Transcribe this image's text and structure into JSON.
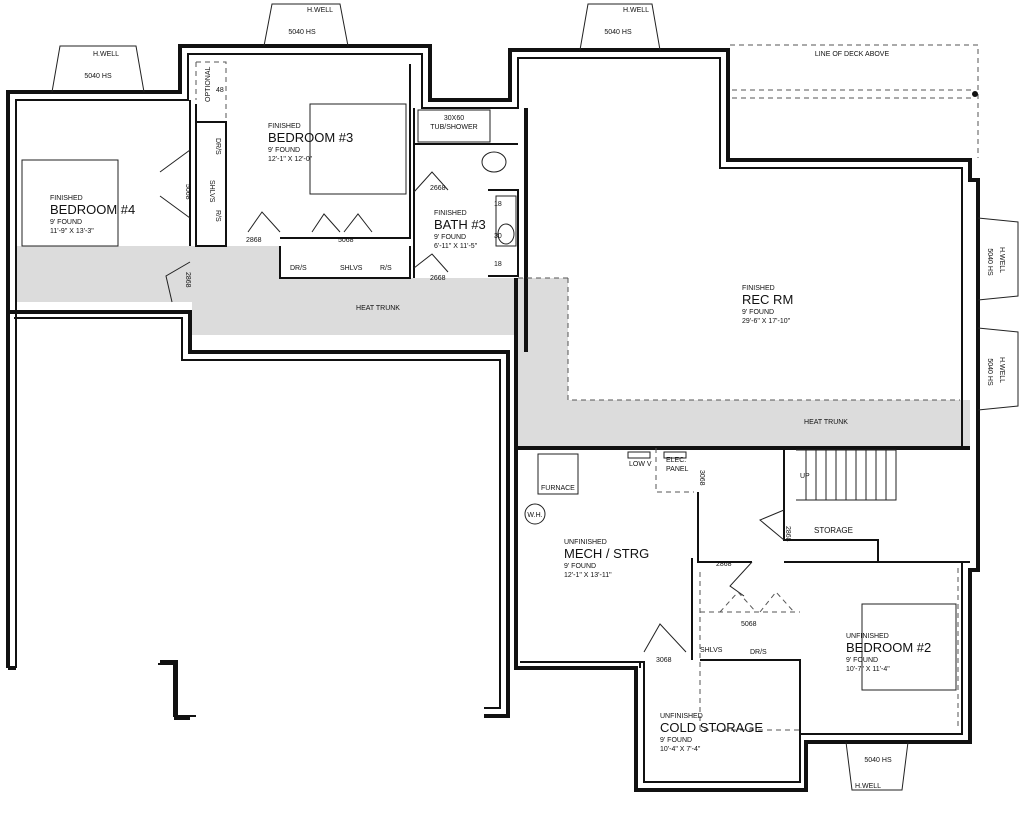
{
  "rooms": {
    "bedroom4": {
      "status": "FINISHED",
      "name": "BEDROOM #4",
      "ceiling": "9' FOUND",
      "size": "11'-9\" X 13'-3\""
    },
    "bedroom3": {
      "status": "FINISHED",
      "name": "BEDROOM #3",
      "ceiling": "9' FOUND",
      "size": "12'-1\" X 12'-0\""
    },
    "bath3": {
      "status": "FINISHED",
      "name": "BATH #3",
      "ceiling": "9' FOUND",
      "size": "6'-11\" X 11'-5\""
    },
    "recrm": {
      "status": "FINISHED",
      "name": "REC RM",
      "ceiling": "9' FOUND",
      "size": "29'-6\" X 17'-10\""
    },
    "mech": {
      "status": "UNFINISHED",
      "name": "MECH / STRG",
      "ceiling": "9' FOUND",
      "size": "12'-1\" X 13'-11\""
    },
    "bedroom2": {
      "status": "UNFINISHED",
      "name": "BEDROOM #2",
      "ceiling": "9' FOUND",
      "size": "10'-7\" X 11'-4\""
    },
    "cold": {
      "status": "UNFINISHED",
      "name": "COLD STORAGE",
      "ceiling": "9' FOUND",
      "size": "10'-4\" X 7'-4\""
    },
    "storage": {
      "name": "STORAGE"
    }
  },
  "labels": {
    "hwell": "H.WELL",
    "window": "5040 HS",
    "deck": "LINE OF DECK ABOVE",
    "heat_trunk": "HEAT TRUNK",
    "optional": "OPTIONAL",
    "opt_dim": "48",
    "tub": "30X60",
    "tub2": "TUB/SHOWER",
    "door2868": "2868",
    "door2668": "2668",
    "door5068": "5068",
    "door3068": "3068",
    "drs": "DR/S",
    "shlvs": "SHLVS",
    "rs": "R/S",
    "furnace": "FURNACE",
    "wh": "W.H.",
    "lowv": "LOW V",
    "elec1": "ELEC.",
    "elec2": "PANEL",
    "up": "UP",
    "v18": "18",
    "v30": "30"
  }
}
